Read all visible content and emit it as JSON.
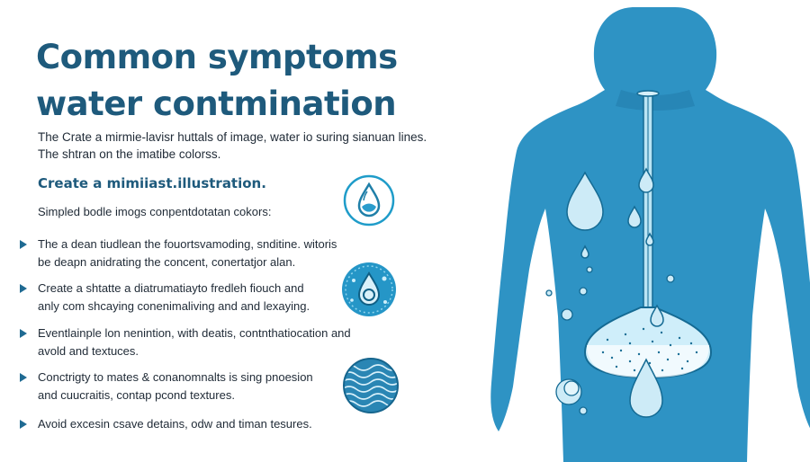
{
  "title": {
    "line1": "Common symptoms",
    "line2": "water contmination"
  },
  "intro": {
    "line1": "The Crate a mirmie-lavisr huttals of image, water io suring sianuan lines.",
    "line2": "The shtran on the imatibe colorss."
  },
  "subhead": "Create a mimiiast.illustration.",
  "subtext": "Simpled bodle imogs conpentdotatan cokors:",
  "bullets": [
    {
      "line1": "The a dean tiudlean the fouortsvamoding, snditine. witoris",
      "line2": "be deapn anidrating the concent,  conertatjor alan."
    },
    {
      "line1": "Create a shtatte a diatrumatiayto fredleh fiouch and",
      "line2": "anly com shcaying conenimaliving and and lexaying."
    },
    {
      "line1": "Eventlainple lon nenintion, with deatis, contnthatiocation and",
      "line2": "avold  and textuces."
    },
    {
      "line1": "Conctrigty to mates & conanomnalts is sing pnoesion",
      "line2": "and cuucraitis, contap pcond textures."
    },
    {
      "line1": "Avoid excesin csave detains, odw and timan tesures."
    }
  ],
  "icons": {
    "icon1": "water-drop-outline-icon",
    "icon2": "water-drop-bubbles-icon",
    "icon3": "water-waves-icon"
  },
  "colors": {
    "title": "#1e5a7c",
    "accent": "#1f8fbf",
    "figure": "#2e93c4"
  }
}
